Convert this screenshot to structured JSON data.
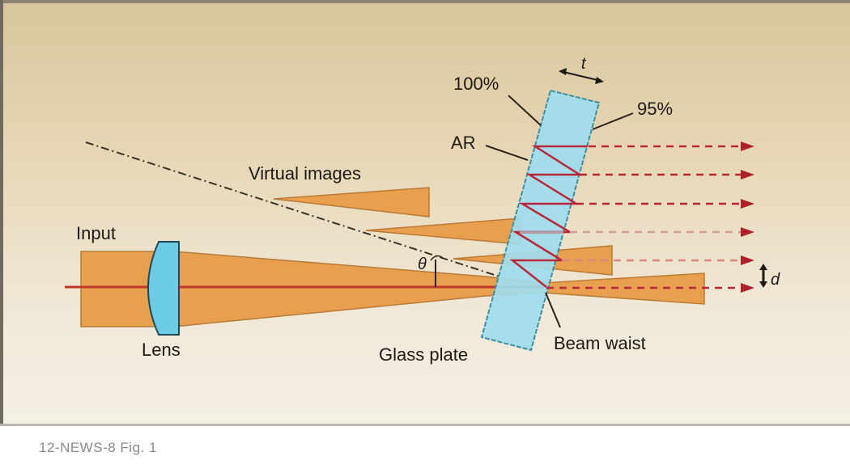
{
  "figure": {
    "labels": {
      "input": "Input",
      "lens": "Lens",
      "virtual_images": "Virtual images",
      "glass_plate": "Glass plate",
      "beam_waist": "Beam waist",
      "reflect_100": "100%",
      "reflect_95": "95%",
      "ar": "AR",
      "thickness": "t",
      "spacing": "d",
      "angle": "θ"
    },
    "colors": {
      "background_top": "#dcc8a0",
      "background_bottom": "#f4efe4",
      "beam": "#e8a04e",
      "beam_edge": "#b87a35",
      "glass": "#9fdcee",
      "glass_edge": "#3c8ea0",
      "lens": "#6ecbe4",
      "ray": "#c0392b",
      "output_arrow": "#b0202a",
      "text": "#1e1a14",
      "frame": "#7a7566"
    },
    "output_beam_count": 6
  },
  "caption": "12-NEWS-8  Fig. 1"
}
